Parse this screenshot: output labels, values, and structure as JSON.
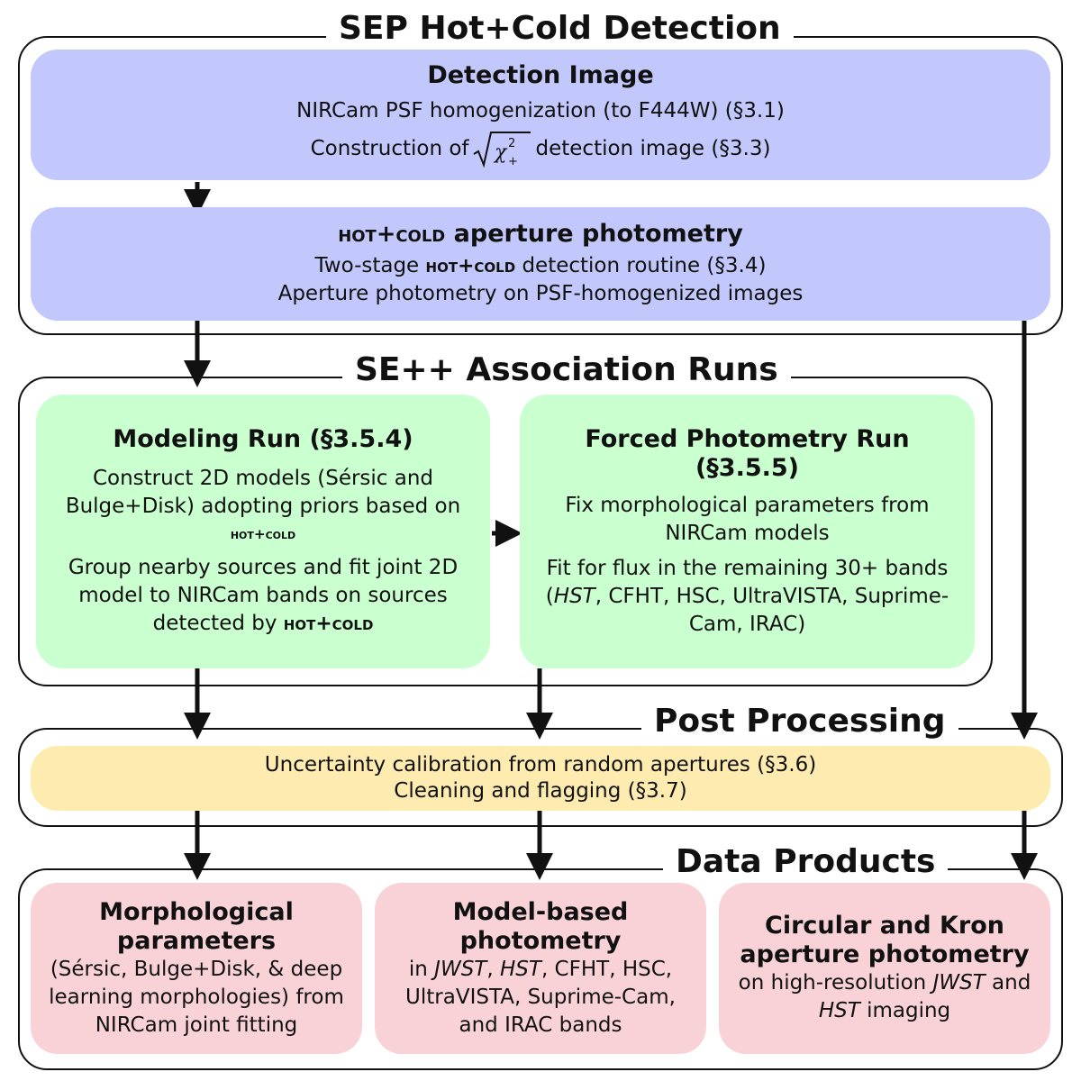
{
  "sep": {
    "title": "SEP Hot+Cold Detection",
    "detection": {
      "title": "Detection Image",
      "line1": "NIRCam PSF homogenization (to F444W) (§3.1)",
      "line2_pre": "Construction of",
      "line2_post": "detection image (§3.3)"
    },
    "hotcold": {
      "title_sc": "hot+cold",
      "title_rest": " aperture photometry",
      "line1_pre": "Two-stage ",
      "line1_sc": "hot+cold",
      "line1_post": " detection routine (§3.4)",
      "line2": "Aperture photometry on PSF-homogenized images"
    }
  },
  "sepp": {
    "title": "SE++ Association Runs",
    "modeling": {
      "title": "Modeling Run (§3.5.4)",
      "p1": "Construct 2D models (Sérsic and Bulge+Disk) adopting priors based on",
      "p1_sc": "hot+cold",
      "p2": "Group nearby sources and fit joint 2D model to NIRCam bands on sources detected by ",
      "p2_sc": "hot+cold"
    },
    "forced": {
      "title": "Forced Photometry Run (§3.5.5)",
      "p1": "Fix morphological parameters from NIRCam models",
      "p2_pre": "Fit for flux in the remaining 30+ bands (",
      "p2_it": "HST",
      "p2_post": ", CFHT, HSC, UltraVISTA, Suprime-Cam, IRAC)"
    }
  },
  "post": {
    "title": "Post Processing",
    "line1": "Uncertainty calibration from random apertures (§3.6)",
    "line2": "Cleaning and flagging (§3.7)"
  },
  "products": {
    "title": "Data Products",
    "morph": {
      "title": "Morphological parameters",
      "text": "(Sérsic, Bulge+Disk, & deep learning morphologies) from NIRCam joint fitting"
    },
    "model": {
      "title": "Model-based photometry",
      "pre": "in ",
      "it1": "JWST",
      "mid": ", ",
      "it2": "HST",
      "post": ", CFHT, HSC, UltraVISTA, Suprime-Cam, and IRAC bands"
    },
    "circ": {
      "title": "Circular and Kron aperture photometry",
      "pre": "on high-resolution ",
      "it1": "JWST",
      "mid": " and ",
      "it2": "HST",
      "post": " imaging"
    }
  }
}
